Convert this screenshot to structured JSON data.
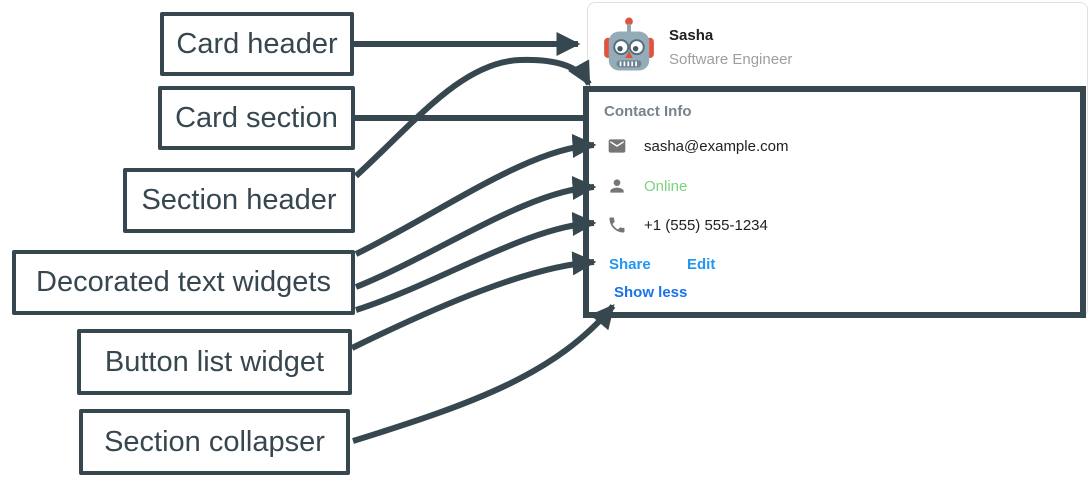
{
  "colors": {
    "ink": "#37474F",
    "card-border": "#E0E0E0",
    "text-primary": "#212121",
    "text-secondary": "#9E9E9E",
    "muted": "#78828A",
    "icon": "#757575",
    "green": "#79D47D",
    "blue": "#2196F3",
    "blue-strong": "#1A73E8"
  },
  "annotations": {
    "labels": [
      {
        "text": "Card header"
      },
      {
        "text": "Card section"
      },
      {
        "text": "Section header"
      },
      {
        "text": "Decorated text widgets"
      },
      {
        "text": "Button list widget"
      },
      {
        "text": "Section collapser"
      }
    ]
  },
  "card": {
    "header": {
      "avatar_icon": "robot-icon",
      "name": "Sasha",
      "role": "Software Engineer"
    },
    "section": {
      "title": "Contact Info",
      "rows": [
        {
          "icon": "mail-icon",
          "text": "sasha@example.com"
        },
        {
          "icon": "person-icon",
          "text": "Online"
        },
        {
          "icon": "phone-icon",
          "text": "+1 (555) 555-1234"
        }
      ],
      "buttons": [
        {
          "label": "Share"
        },
        {
          "label": "Edit"
        }
      ],
      "collapser_label": "Show less"
    }
  }
}
